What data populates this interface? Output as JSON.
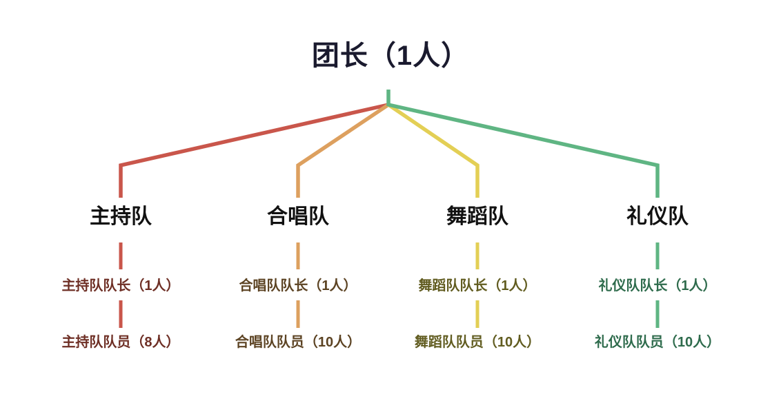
{
  "root": {
    "label": "团长（1人）",
    "title_color": "#1a1a2e",
    "stub_color": "#5fb583"
  },
  "branches": [
    {
      "name": "主持队",
      "leader": "主持队队长（1人）",
      "members": "主持队队员（8人）",
      "line_color": "#c9564b",
      "text_color": "#6e2f25"
    },
    {
      "name": "合唱队",
      "leader": "合唱队队长（1人）",
      "members": "合唱队队员（10人）",
      "line_color": "#dda05f",
      "text_color": "#5c4323"
    },
    {
      "name": "舞蹈队",
      "leader": "舞蹈队队长（1人）",
      "members": "舞蹈队队员（10人）",
      "line_color": "#e3cf55",
      "text_color": "#615c20"
    },
    {
      "name": "礼仪队",
      "leader": "礼仪队队长（1人）",
      "members": "礼仪队队员（10人）",
      "line_color": "#5fb583",
      "text_color": "#2e6b4c"
    }
  ]
}
